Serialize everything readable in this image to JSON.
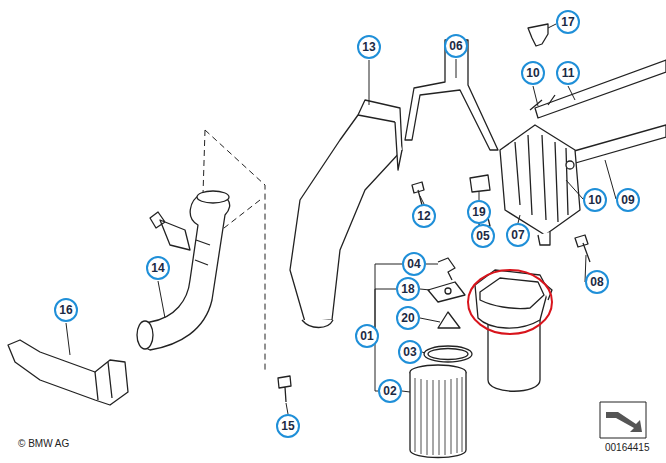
{
  "diagram": {
    "nodes": [
      {
        "text": [
          "17"
        ]
      },
      {
        "text": [
          "06"
        ]
      },
      {
        "text": [
          "13"
        ]
      },
      {
        "text": [
          "10"
        ]
      },
      {
        "text": [
          "11"
        ]
      },
      {
        "text": [
          "10"
        ]
      },
      {
        "text": [
          "09"
        ]
      },
      {
        "text": [
          "19"
        ]
      },
      {
        "text": [
          "12"
        ]
      },
      {
        "text": [
          "07"
        ]
      },
      {
        "text": [
          "05"
        ]
      },
      {
        "text": [
          "14"
        ]
      },
      {
        "text": [
          "04"
        ]
      },
      {
        "text": [
          "08"
        ]
      },
      {
        "text": [
          "18"
        ]
      },
      {
        "text": [
          "16"
        ]
      },
      {
        "text": [
          "20"
        ]
      },
      {
        "text": [
          "01"
        ]
      },
      {
        "text": [
          "03"
        ]
      },
      {
        "text": [
          "02"
        ]
      },
      {
        "text": [
          "15"
        ]
      }
    ],
    "edges": [
      {
        "from": 17,
        "to": 12,
        "arrow": "none"
      },
      {
        "from": 17,
        "to": 14,
        "arrow": "none"
      },
      {
        "from": 17,
        "to": 19,
        "arrow": "none"
      }
    ],
    "labels": [
      "© BMW AG",
      "00164415"
    ]
  }
}
